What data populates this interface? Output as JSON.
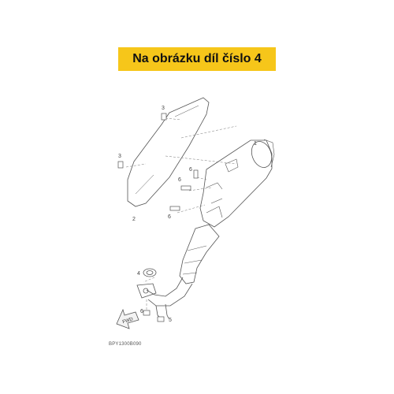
{
  "banner": {
    "text": "Na obrázku díl číslo 4",
    "background": "#f6c61a"
  },
  "callouts": {
    "c1": "1",
    "c2": "2",
    "c3a": "3",
    "c3b": "3",
    "c4": "4",
    "c5": "5",
    "c6a": "6",
    "c6b": "6",
    "c6c": "6"
  },
  "arrow": {
    "label": "FWD"
  },
  "diagram_code": "BPY1300B090",
  "icons": {
    "arrow": "fwd-arrow-icon"
  }
}
